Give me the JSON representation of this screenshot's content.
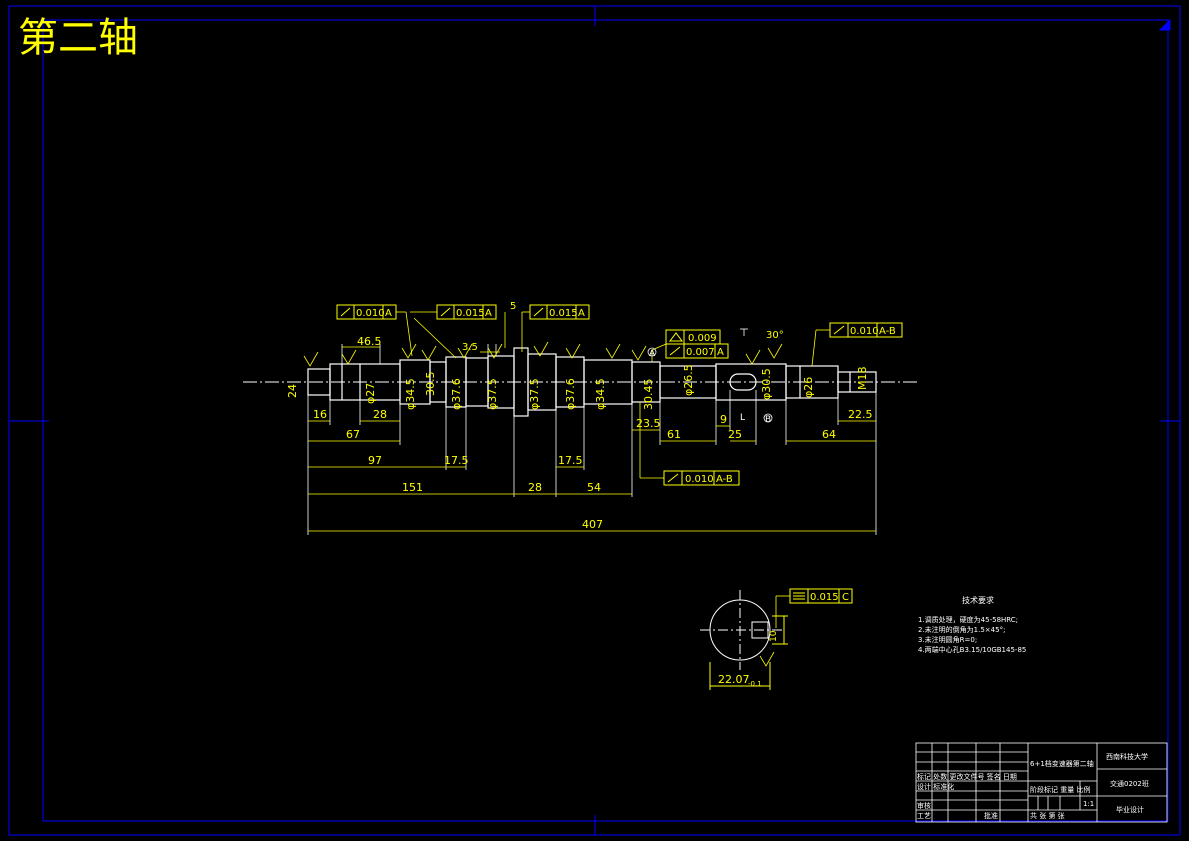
{
  "drawing_title": "第二轴",
  "dimensions": {
    "d46_5": "46.5",
    "d16": "16",
    "d28a": "28",
    "d67": "67",
    "d97": "97",
    "d17_5a": "17.5",
    "d151": "151",
    "d28b": "28",
    "d54": "54",
    "d17_5b": "17.5",
    "d407": "407",
    "d23_5": "23.5",
    "d61": "61",
    "d9": "9",
    "d25": "25",
    "d64": "64",
    "d22_5": "22.5",
    "d3_5": "3.5",
    "d5": "5",
    "dia24": "24",
    "dia27": "φ27",
    "dia34_5a": "φ34.5",
    "dia30_5a": "30.5",
    "dia37_6a": "φ37.6",
    "dia37_5a": "φ37.5",
    "dia37_5b": "φ37.5",
    "dia37_6b": "φ37.6",
    "dia34_5b": "φ34.5",
    "dia30_45": "30.45",
    "dia26_5": "φ26.5",
    "dia30_5b": "φ30.5",
    "dia26": "φ26",
    "dia18": "M18",
    "angle30": "30°",
    "section_width": "22.07",
    "section_tol": "-0.1",
    "section_depth": "10"
  },
  "gdt": {
    "f1_value": "0.010",
    "f1_ref": "A",
    "f2_value": "0.015",
    "f2_ref": "A",
    "f3_value": "0.015",
    "f3_ref": "A",
    "f4_value": "0.009",
    "f5_value": "0.007",
    "f5_ref": "A",
    "f6_value": "0.010",
    "f6_ref": "A-B",
    "f7_value": "0.010",
    "f7_ref": "A-B",
    "f8_value": "0.015",
    "f8_ref": "C"
  },
  "datums": {
    "a": "A",
    "b": "B",
    "l": "L"
  },
  "tech_requirements": {
    "heading": "技术要求",
    "items": [
      "1.调质处理，硬度为45-58HRC;",
      "2.未注明的倒角为1.5×45°;",
      "3.未注明圆角R=0;",
      "4.两端中心孔B3.15/10GB145-85"
    ]
  },
  "title_block": {
    "drawing_name": "6+1档变速器第二轴",
    "school": "西南科技大学",
    "student_class": "交通0202班",
    "design_type": "毕业设计",
    "scale": "1:1",
    "revision_header": "标记 处数 更改文件号 签名 日期",
    "design_row": "设计 标准化",
    "review": "审核",
    "process": "工艺",
    "approve": "批准",
    "stage_header": "阶段标记 重量 比例",
    "sheets": "共 张 第 张"
  },
  "colors": {
    "border": "#0000ff",
    "geometry": "#ffffff",
    "annotation": "#ffff00",
    "background": "#000000"
  }
}
